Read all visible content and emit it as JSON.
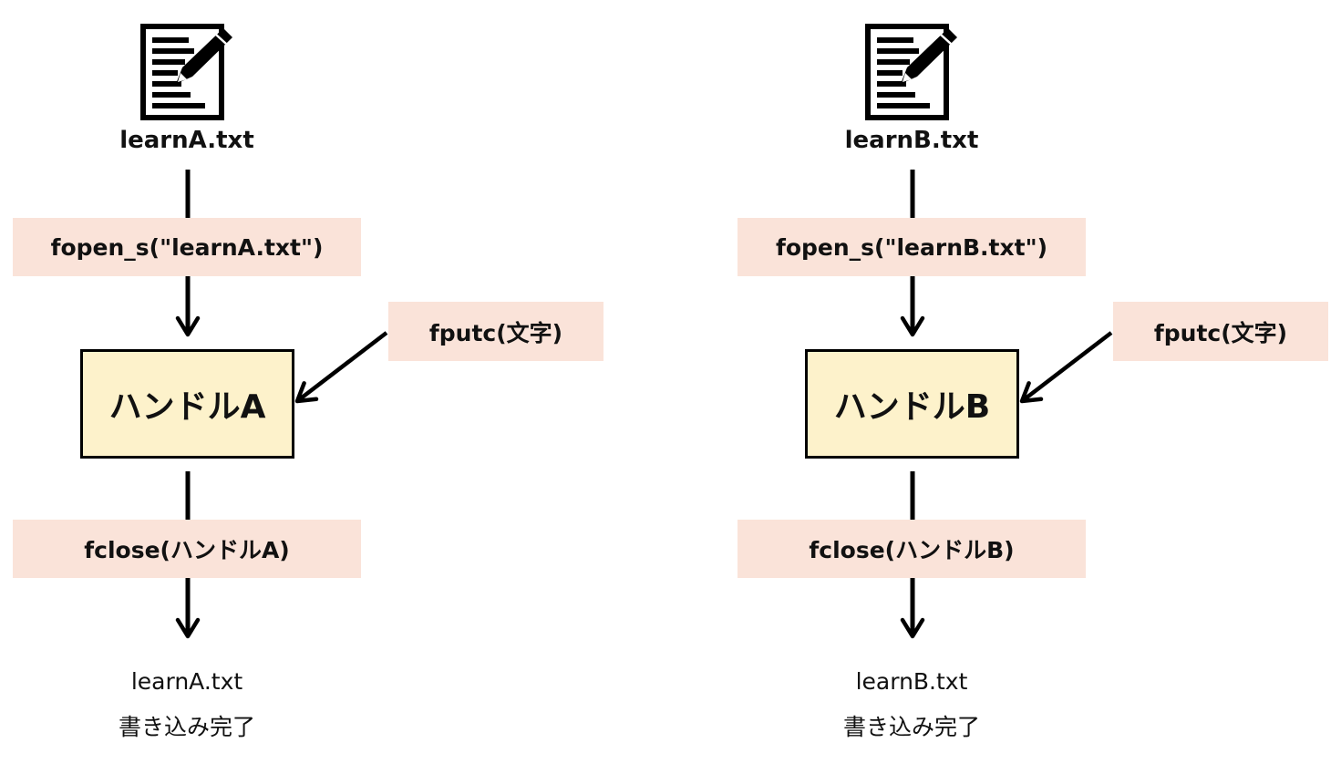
{
  "flows": [
    {
      "file_name": "learnA.txt",
      "open_call": "fopen_s(\"learnA.txt\")",
      "write_call": "fputc(文字)",
      "handle": "ハンドルA",
      "close_call": "fclose(ハンドルA)",
      "result_file": "learnA.txt",
      "result_status": "書き込み完了"
    },
    {
      "file_name": "learnB.txt",
      "open_call": "fopen_s(\"learnB.txt\")",
      "write_call": "fputc(文字)",
      "handle": "ハンドルB",
      "close_call": "fclose(ハンドルB)",
      "result_file": "learnB.txt",
      "result_status": "書き込み完了"
    }
  ],
  "icons": [
    "document-edit-icon"
  ],
  "colors": {
    "call_box_fill": "#fae3d9",
    "handle_fill": "#fdf2cb",
    "line": "#000000"
  }
}
